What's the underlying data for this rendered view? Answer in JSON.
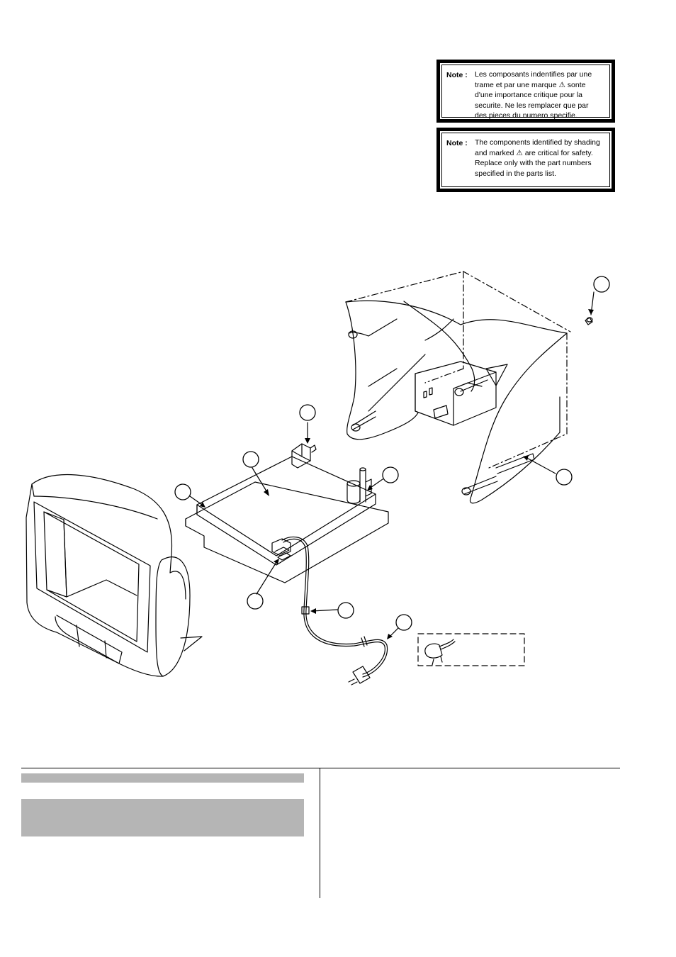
{
  "notes": {
    "french": {
      "label": "Note :",
      "lines": [
        "Les composants indentifies par une",
        "trame et par une marque ⚠ sonte",
        "d'une importance critique pour la",
        "securite. Ne les remplacer que par",
        "des pieces du numero specifie."
      ]
    },
    "english": {
      "label": "Note :",
      "lines": [
        "The components identified by shading",
        "and marked ⚠ are critical for safety.",
        "Replace only with the part numbers",
        "specified in the parts list."
      ]
    }
  },
  "diagram": {
    "parts": [
      "front-cabinet",
      "main-pcb",
      "shield-plate",
      "tuner",
      "flyback-transformer",
      "ac-switch",
      "power-cord-clamp",
      "power-cord",
      "uk-plug-variant",
      "back-cover",
      "cover-screw",
      "speaker-holder"
    ],
    "callouts": [
      "callout-back-cover-screw",
      "callout-tuner",
      "callout-main-pcb",
      "callout-flyback",
      "callout-shield",
      "callout-speaker-holder",
      "callout-ac-switch",
      "callout-cord-clamp",
      "callout-power-cord"
    ]
  },
  "table": {
    "shaded_rows": 2
  }
}
